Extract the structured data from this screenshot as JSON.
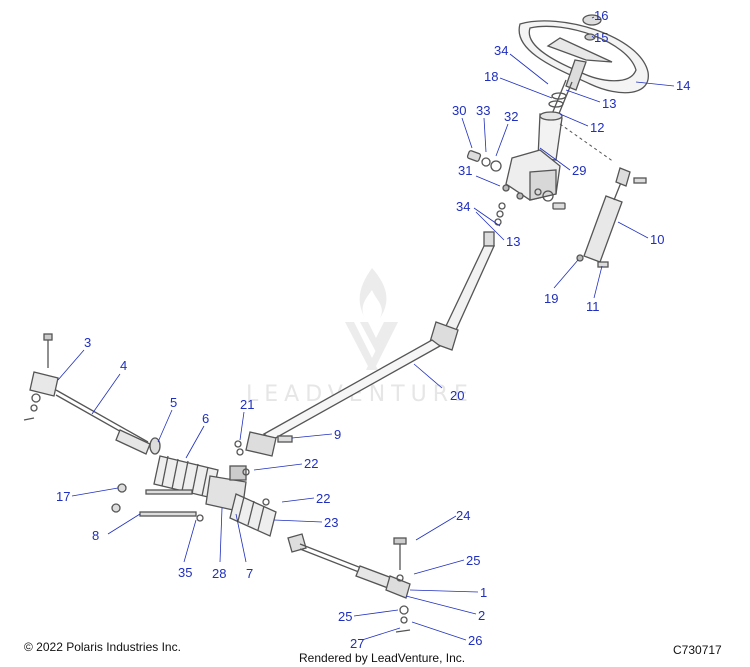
{
  "diagram": {
    "callout_color": "#1f2fbf",
    "part_color": "#555555",
    "callouts": [
      {
        "label": "16"
      },
      {
        "label": "15"
      },
      {
        "label": "34"
      },
      {
        "label": "14"
      },
      {
        "label": "18"
      },
      {
        "label": "13"
      },
      {
        "label": "30"
      },
      {
        "label": "33"
      },
      {
        "label": "32"
      },
      {
        "label": "12"
      },
      {
        "label": "29"
      },
      {
        "label": "31"
      },
      {
        "label": "10"
      },
      {
        "label": "34"
      },
      {
        "label": "13"
      },
      {
        "label": "19"
      },
      {
        "label": "11"
      },
      {
        "label": "3"
      },
      {
        "label": "4"
      },
      {
        "label": "20"
      },
      {
        "label": "5"
      },
      {
        "label": "21"
      },
      {
        "label": "6"
      },
      {
        "label": "9"
      },
      {
        "label": "22"
      },
      {
        "label": "17"
      },
      {
        "label": "22"
      },
      {
        "label": "23"
      },
      {
        "label": "8"
      },
      {
        "label": "24"
      },
      {
        "label": "35"
      },
      {
        "label": "28"
      },
      {
        "label": "7"
      },
      {
        "label": "25"
      },
      {
        "label": "1"
      },
      {
        "label": "2"
      },
      {
        "label": "25"
      },
      {
        "label": "27"
      },
      {
        "label": "26"
      }
    ]
  },
  "footer": {
    "copyright": "© 2022 Polaris Industries Inc.",
    "rendered_by": "Rendered by LeadVenture, Inc.",
    "code": "C730717"
  },
  "watermark": {
    "brand": "LEADVENTURE",
    "logo_icon": "leadventure-logo-icon"
  }
}
